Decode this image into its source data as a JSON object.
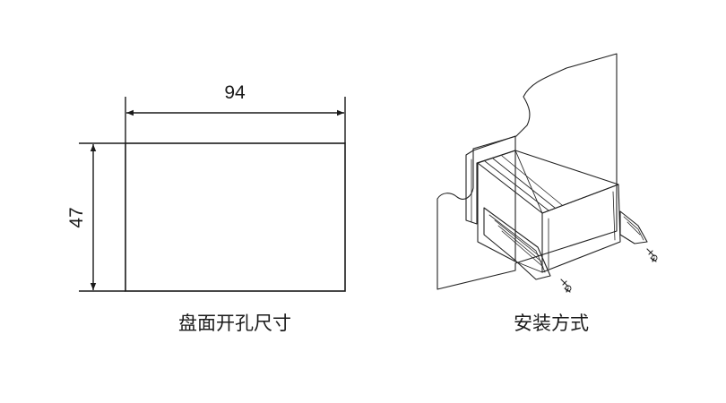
{
  "cutout": {
    "width_label": "94",
    "height_label": "47",
    "caption": "盘面开孔尺寸"
  },
  "mounting": {
    "caption": "安装方式"
  }
}
